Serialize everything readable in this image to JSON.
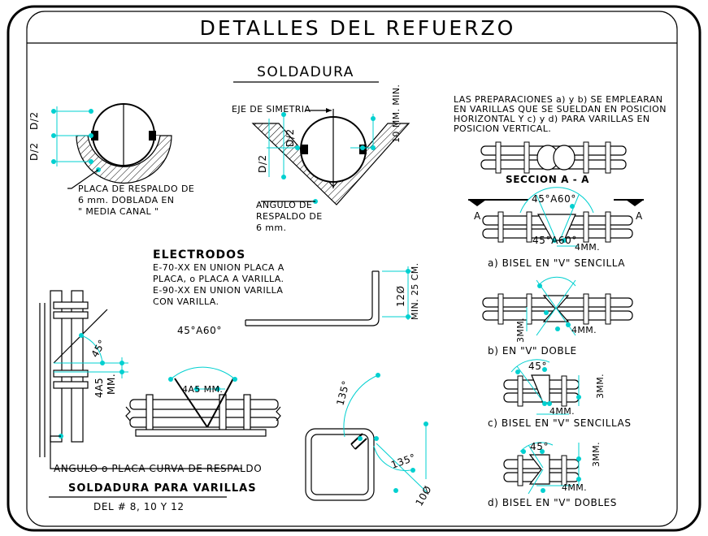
{
  "title": "DETALLES DEL REFUERZO",
  "soldadura": {
    "heading": "SOLDADURA",
    "dim_left_1": "D/2",
    "dim_left_2": "D/2",
    "placa_note": [
      "PLACA DE RESPALDO DE",
      "6 mm. DOBLADA EN",
      "\" MEDIA CANAL \""
    ],
    "eje_label": "EJE DE SIMETRIA",
    "dim_d2_top": "D/2",
    "dim_d2_bottom": "D/2",
    "min_label": "10 MM. MIN.",
    "angulo_note": [
      "ANGULO DE",
      "RESPALDO DE",
      "6 mm."
    ]
  },
  "electrodos": {
    "heading": "ELECTRODOS",
    "lines": [
      "E-70-XX EN UNION PLACA A",
      "PLACA, o PLACA A VARILLA.",
      "E-90-XX EN UNION VARILLA",
      "CON VARILLA."
    ],
    "angle": "45°A60°",
    "hook_12": "12Ø",
    "hook_min": "MIN. 25 CM."
  },
  "varillas": {
    "dim_45": "45°",
    "dim_4a5": "4A5",
    "dim_mm": "MM.",
    "center_dim": "4A5 MM.",
    "angulo_label": "ANGULO o PLACA CURVA DE RESPALDO",
    "heading": "SOLDADURA PARA VARILLAS",
    "subheading": "DEL # 8, 10 Y 12"
  },
  "estribo": {
    "ang1": "135°",
    "ang2": "135°",
    "diam": "10Ø"
  },
  "preparaciones": {
    "note": [
      "LAS PREPARACIONES a) y b) SE EMPLEARAN",
      "EN VARILLAS QUE SE SUELDAN EN POSICION",
      "HORIZONTAL Y c) y d) PARA VARILLAS EN",
      "POSICION VERTICAL."
    ],
    "seccion": "SECCION A - A",
    "cut_a_left": "A",
    "cut_a_right": "A",
    "a_top": "45°A60°",
    "a_bottom": "45°A60°",
    "a_mm": "4MM.",
    "a_caption": "a) BISEL EN \"V\" SENCILLA",
    "b_mm_v": "3MM.",
    "b_mm": "4MM.",
    "b_caption": "b) EN \"V\" DOBLE",
    "c_45": "45°",
    "c_mm_v": "3MM.",
    "c_mm": "4MM.",
    "c_caption": "c) BISEL EN \"V\" SENCILLAS",
    "d_45": "45°",
    "d_mm_v": "3MM.",
    "d_mm": "4MM.",
    "d_caption": "d) BISEL EN \"V\" DOBLES"
  }
}
